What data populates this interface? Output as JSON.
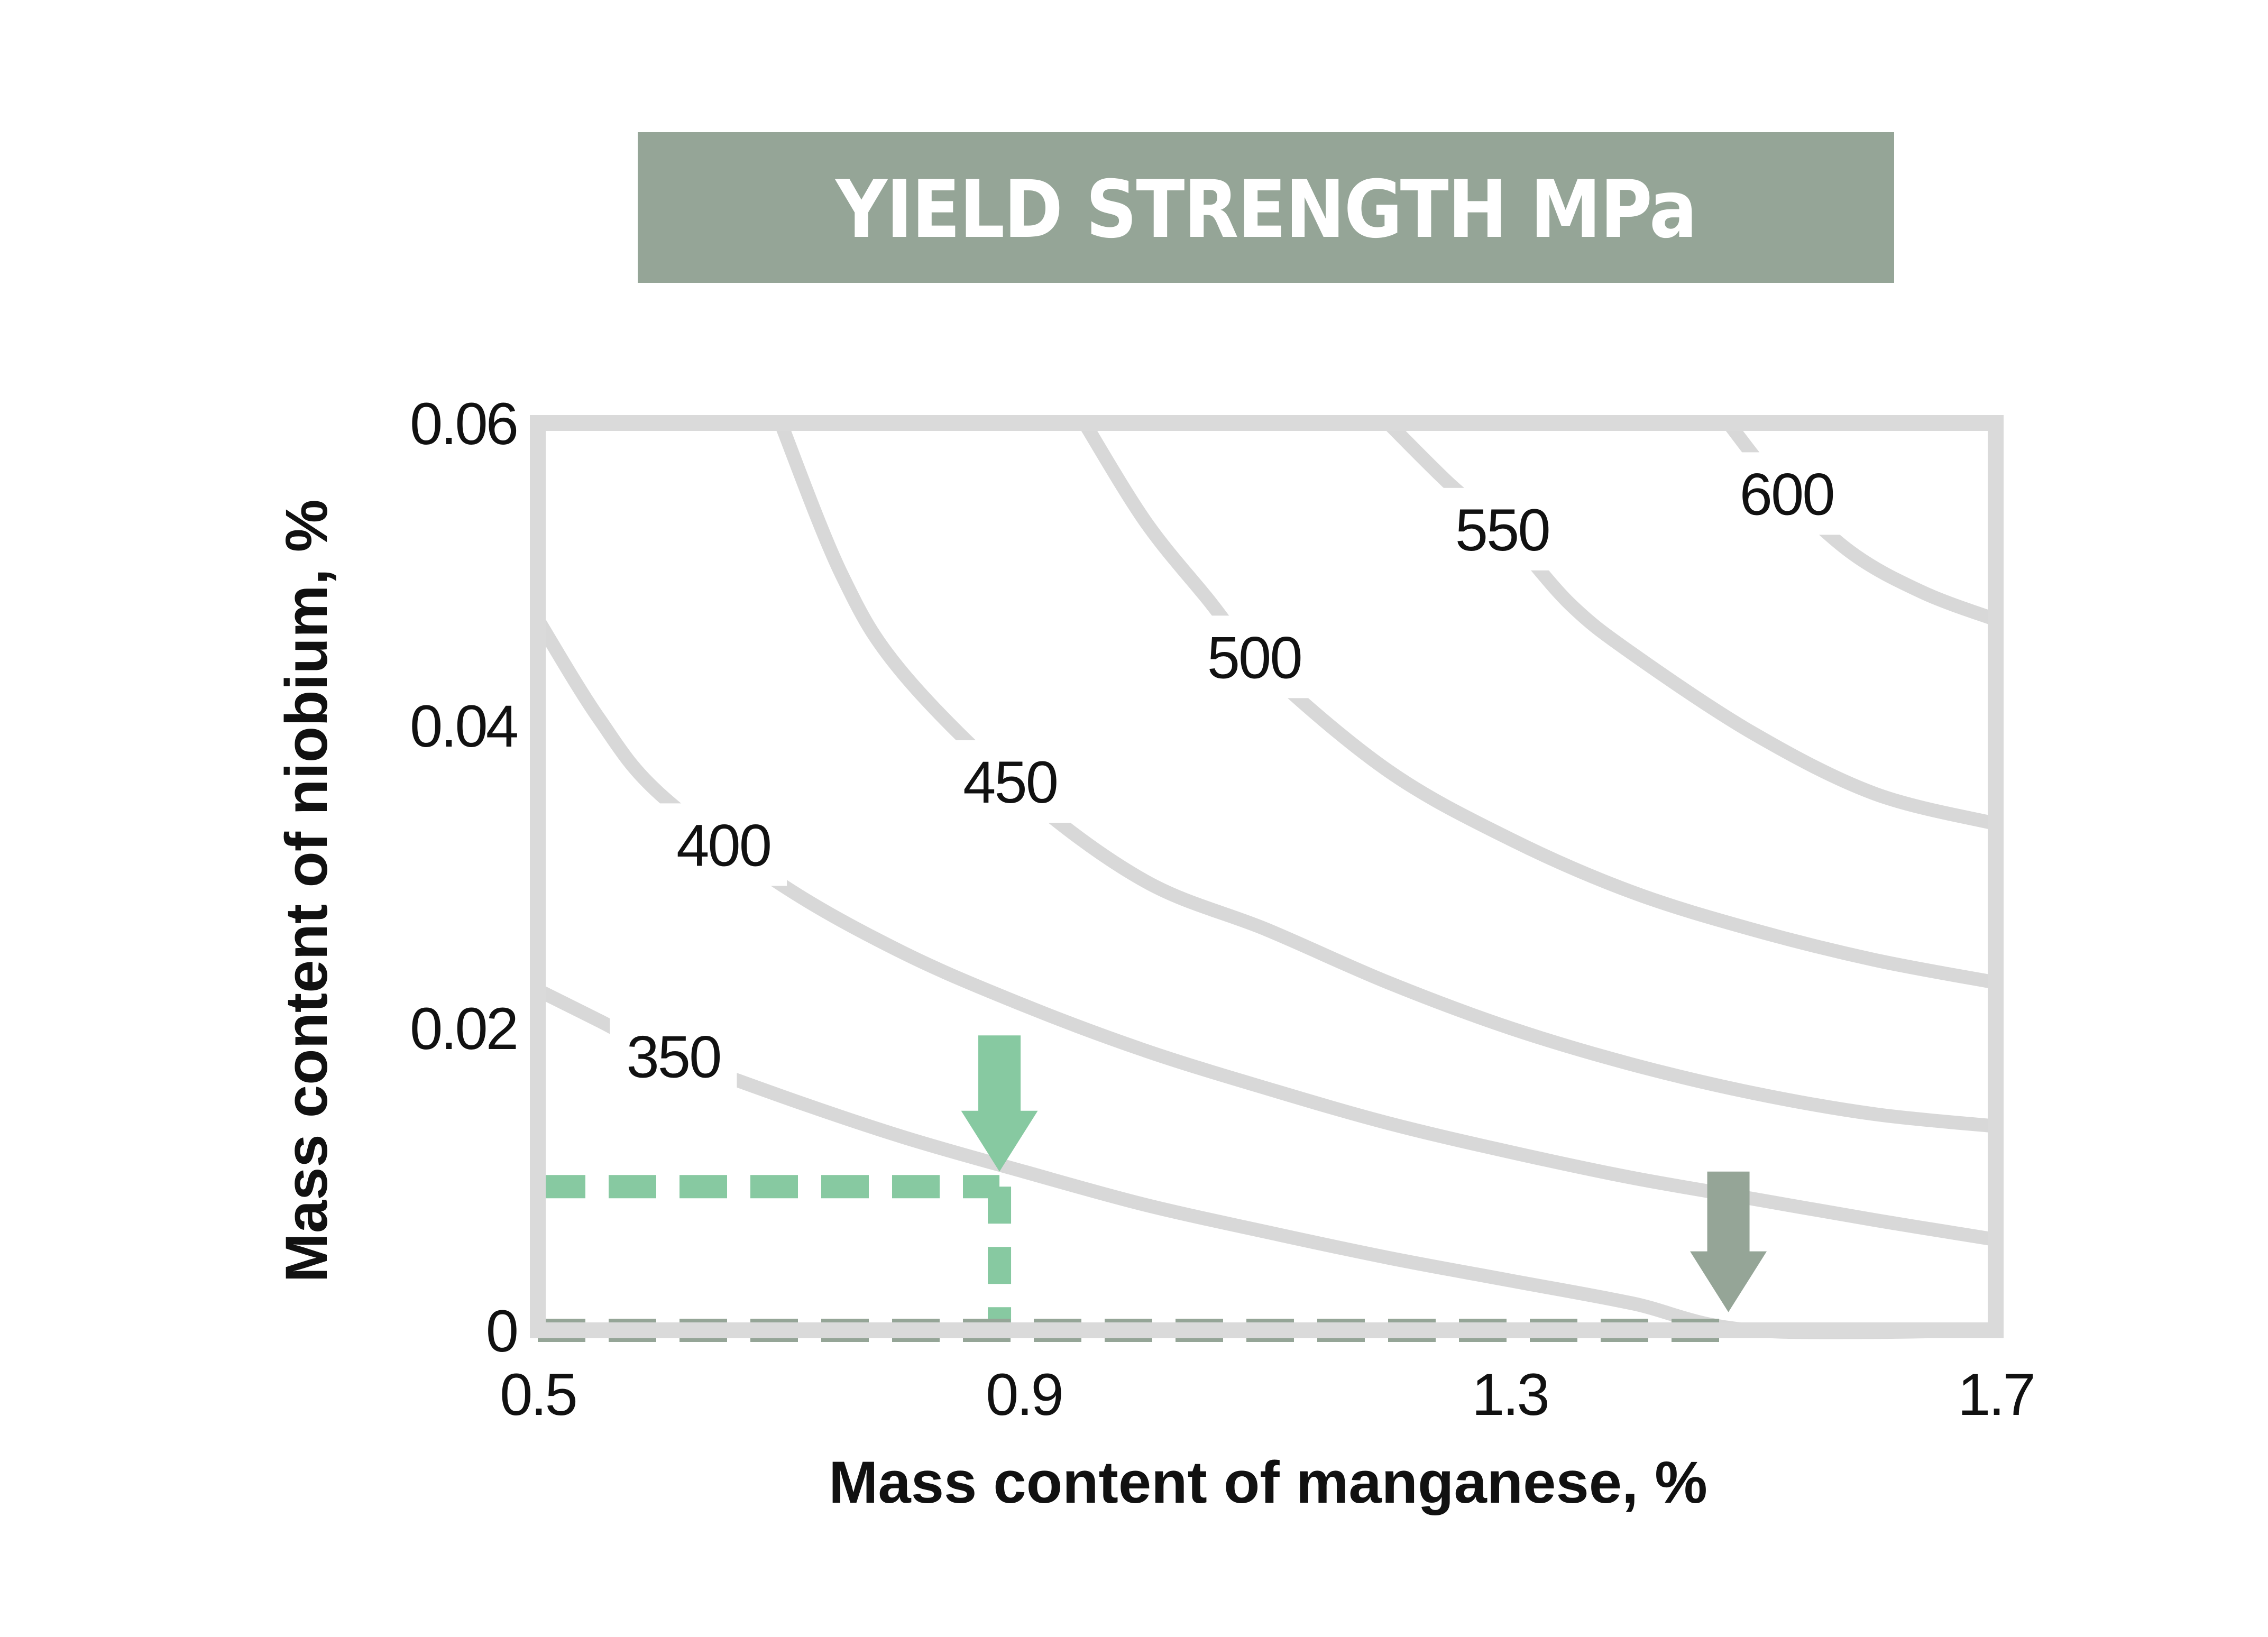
{
  "chart_data": {
    "type": "line",
    "title": "YIELD STRENGTH MPa",
    "xlabel": "Mass content of manganese, %",
    "ylabel": "Mass content of niobium, %",
    "xlim": [
      0.5,
      1.7
    ],
    "ylim": [
      0,
      0.06
    ],
    "xticks": [
      "0.5",
      "0.9",
      "1.3",
      "1.7"
    ],
    "yticks": [
      "0",
      "0.02",
      "0.04",
      "0.06"
    ],
    "grid": false,
    "colors": {
      "title_bg": "#95a597",
      "title_text": "#ffffff",
      "frame": "#dadada",
      "contour": "#d8d8d8",
      "marker_green": "#87c9a1",
      "marker_grey": "#95a597"
    },
    "series": [
      {
        "name": "350",
        "x": [
          0.5,
          0.55,
          0.6,
          0.7,
          0.8,
          0.9,
          1.0,
          1.1,
          1.2,
          1.3,
          1.4,
          1.5,
          1.7
        ],
        "y": [
          0.0225,
          0.0205,
          0.0185,
          0.0155,
          0.0128,
          0.0105,
          0.0083,
          0.0065,
          0.0048,
          0.0033,
          0.0018,
          0.0,
          0.0
        ]
      },
      {
        "name": "400",
        "x": [
          0.5,
          0.55,
          0.6,
          0.7,
          0.8,
          0.9,
          1.0,
          1.1,
          1.2,
          1.3,
          1.4,
          1.5,
          1.6,
          1.7
        ],
        "y": [
          0.047,
          0.0405,
          0.0355,
          0.0295,
          0.025,
          0.0215,
          0.0185,
          0.016,
          0.0137,
          0.0118,
          0.0101,
          0.0087,
          0.0073,
          0.006
        ]
      },
      {
        "name": "450",
        "x": [
          0.7,
          0.75,
          0.8,
          0.9,
          1.0,
          1.1,
          1.2,
          1.3,
          1.4,
          1.5,
          1.6,
          1.7
        ],
        "y": [
          0.06,
          0.05,
          0.0435,
          0.0355,
          0.0297,
          0.0265,
          0.023,
          0.02,
          0.0176,
          0.0157,
          0.0143,
          0.0135
        ]
      },
      {
        "name": "500",
        "x": [
          0.95,
          1.0,
          1.05,
          1.1,
          1.2,
          1.3,
          1.4,
          1.5,
          1.6,
          1.7
        ],
        "y": [
          0.06,
          0.0535,
          0.0485,
          0.0437,
          0.037,
          0.0325,
          0.029,
          0.0265,
          0.0245,
          0.023
        ]
      },
      {
        "name": "550",
        "x": [
          1.2,
          1.25,
          1.3,
          1.35,
          1.4,
          1.5,
          1.6,
          1.7
        ],
        "y": [
          0.06,
          0.056,
          0.0525,
          0.048,
          0.0448,
          0.0395,
          0.0355,
          0.0335
        ]
      },
      {
        "name": "600",
        "x": [
          1.48,
          1.52,
          1.58,
          1.64,
          1.7
        ],
        "y": [
          0.06,
          0.056,
          0.0515,
          0.0488,
          0.047
        ]
      }
    ],
    "annotations": [
      {
        "kind": "dashed-guide",
        "color": "marker_green",
        "x": 0.88,
        "y": 0.0095
      },
      {
        "kind": "arrow-down",
        "color": "marker_green",
        "x": 0.88,
        "y_from": 0.0195,
        "y_to": 0.0105
      },
      {
        "kind": "dashed-guide",
        "color": "marker_grey",
        "x": 1.48,
        "y": 0.0
      },
      {
        "kind": "arrow-down",
        "color": "marker_grey",
        "x": 1.48,
        "y_from": 0.0105,
        "y_to": 0.0012
      }
    ]
  }
}
